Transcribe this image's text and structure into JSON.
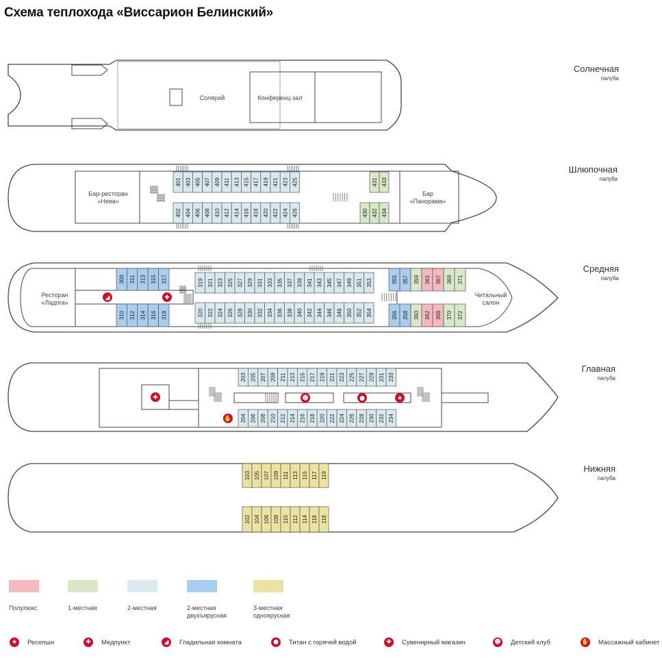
{
  "title": "Схема теплохода «Виссарион Белинский»",
  "colors": {
    "polulux": "#f4b8c0",
    "single": "#d9e8c8",
    "double": "#d8eaf0",
    "double_bunk": "#a9cdee",
    "triple": "#ece3a2",
    "accent": "#c8102e"
  },
  "decks": [
    {
      "name": "Солнечная",
      "sub": "палуба"
    },
    {
      "name": "Шлюпочная",
      "sub": "палуба"
    },
    {
      "name": "Средняя",
      "sub": "палуба"
    },
    {
      "name": "Главная",
      "sub": "палуба"
    },
    {
      "name": "Нижняя",
      "sub": "палуба"
    }
  ],
  "rooms": {
    "solarium": "Солярий",
    "conference": "Конференц-зал",
    "bar_neva": [
      "Бар-ресторан",
      "«Нева»"
    ],
    "bar_panorama": [
      "Бар",
      "«Панорама»"
    ],
    "restaurant_ladoga": [
      "Ресторан",
      "«Ладога»"
    ],
    "reading_room": [
      "Читальный",
      "салон"
    ]
  },
  "cabins": {
    "boat_top": [
      "401",
      "403",
      "405",
      "407",
      "409",
      "411",
      "413",
      "415",
      "417",
      "419",
      "421",
      "423",
      "425"
    ],
    "boat_bottom": [
      "402",
      "404",
      "406",
      "408",
      "410",
      "412",
      "414",
      "416",
      "418",
      "420",
      "422",
      "424",
      "426"
    ],
    "boat_single_top": [
      "431",
      "433"
    ],
    "boat_single_bottom": [
      "430",
      "432",
      "434"
    ],
    "mid_bunk_top": [
      "309",
      "311",
      "313",
      "315",
      "317"
    ],
    "mid_bunk_bottom": [
      "310",
      "312",
      "314",
      "316",
      "318"
    ],
    "mid_top": [
      "319",
      "321",
      "323",
      "325",
      "327",
      "329",
      "331",
      "333",
      "335",
      "337",
      "339",
      "341",
      "343",
      "345",
      "347",
      "349",
      "351",
      "353"
    ],
    "mid_bottom": [
      "320",
      "322",
      "324",
      "326",
      "328",
      "330",
      "332",
      "334",
      "336",
      "338",
      "340",
      "342",
      "344",
      "346",
      "348",
      "350",
      "352",
      "354"
    ],
    "mid_aft_top": [
      {
        "n": "355",
        "t": "double_bunk"
      },
      {
        "n": "357",
        "t": "double_bunk"
      },
      {
        "n": "359",
        "t": "single"
      },
      {
        "n": "361",
        "t": "polulux"
      },
      {
        "n": "367",
        "t": "polulux"
      },
      {
        "n": "369",
        "t": "single"
      },
      {
        "n": "371",
        "t": "single"
      }
    ],
    "mid_aft_bottom": [
      {
        "n": "356",
        "t": "double_bunk"
      },
      {
        "n": "358",
        "t": "double_bunk"
      },
      {
        "n": "360",
        "t": "single"
      },
      {
        "n": "362",
        "t": "polulux"
      },
      {
        "n": "368",
        "t": "polulux"
      },
      {
        "n": "370",
        "t": "single"
      },
      {
        "n": "372",
        "t": "single"
      }
    ],
    "main_top": [
      "203",
      "205",
      "207",
      "209",
      "211",
      "213",
      "215",
      "217",
      "219",
      "221",
      "223",
      "225",
      "227",
      "229",
      "231",
      "233"
    ],
    "main_bottom": [
      "204",
      "206",
      "208",
      "210",
      "212",
      "214",
      "216",
      "218",
      "220",
      "222",
      "224",
      "226",
      "228",
      "230",
      "232",
      "234"
    ],
    "lower_top": [
      "103",
      "105",
      "107",
      "109",
      "111",
      "113",
      "115",
      "117",
      "119"
    ],
    "lower_bottom": [
      "102",
      "104",
      "106",
      "108",
      "110",
      "112",
      "114",
      "116",
      "118"
    ]
  },
  "legend": [
    {
      "label": "Полулюкс",
      "sub": "",
      "color": "#f4b8c0"
    },
    {
      "label": "1-местная",
      "sub": "",
      "color": "#d9e8c8"
    },
    {
      "label": "2-местная",
      "sub": "",
      "color": "#d8eaf0"
    },
    {
      "label": "2-местная",
      "sub": "двухъярусная",
      "color": "#a9cdee"
    },
    {
      "label": "3-местная",
      "sub": "одноярусная",
      "color": "#ece3a2"
    }
  ],
  "amenities": [
    {
      "label": "Ресепшн",
      "icon": "star-icon"
    },
    {
      "label": "Медпункт",
      "icon": "medical-cross-icon"
    },
    {
      "label": "Гладильная комната",
      "icon": "iron-icon"
    },
    {
      "label": "Титан с горячей водой",
      "icon": "kettle-icon"
    },
    {
      "label": "Сувенирный магазин",
      "icon": "gift-icon"
    },
    {
      "label": "Детский клуб",
      "icon": "teddy-bear-icon"
    },
    {
      "label": "Массажный кабинет",
      "icon": "massage-hand-icon"
    }
  ]
}
